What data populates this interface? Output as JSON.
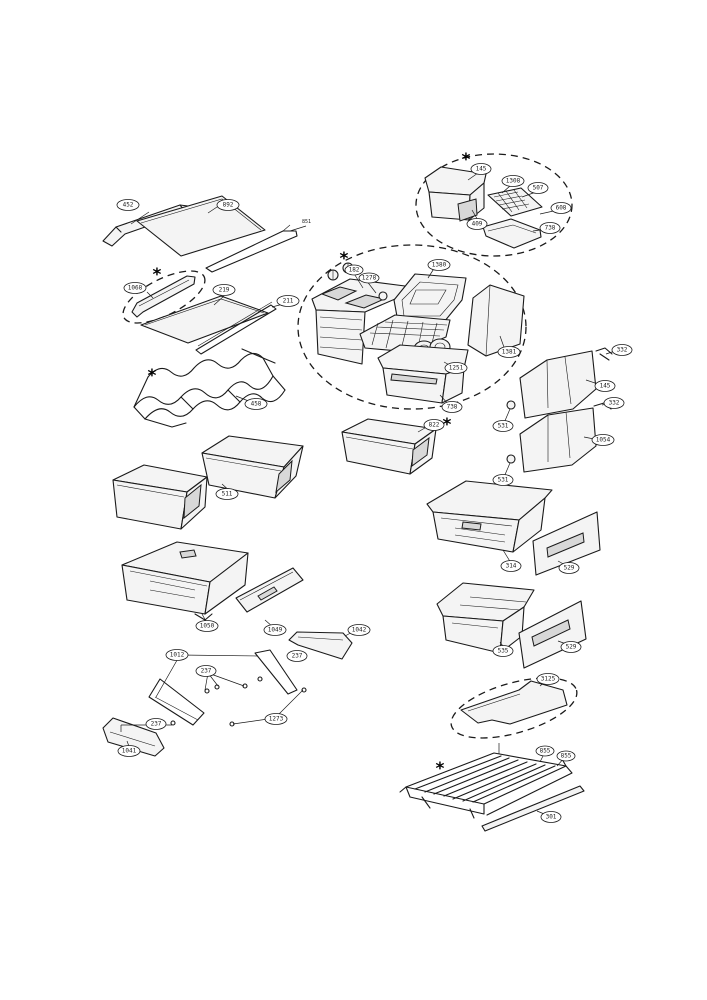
{
  "diagram": {
    "marker_symbol": "*",
    "callouts": {
      "shelf_front_trim": "452",
      "glass_shelf_top": "892",
      "shelf_rear_trim": "851",
      "shelf_bracket_front": "1068",
      "glass_shelf_mid": "219",
      "shelf_rear_rod": "211",
      "wine_rack": "458",
      "crisper_bin": "511",
      "ice_bin_top": "145",
      "ice_tray_top": "1308",
      "ice_frame_top": "507",
      "ice_holder_top": "409",
      "ice_base_top": "608",
      "ice_tray_drawer": "738",
      "icemaker_part_a": "182",
      "icemaker_part_b": "1278",
      "ice_bucket_cover": "1380",
      "ice_bucket": "1381",
      "freezer_basket_upper": "1251",
      "freezer_basket_lower": "738",
      "small_bin": "822",
      "rail_part_upper": "332",
      "drawer_front_upper": "145",
      "rail_part_mid": "332",
      "drawer_front_lower": "1054",
      "roller_upper": "531",
      "roller_lower": "531",
      "pantry_drawer": "1050",
      "pantry_cover": "1049",
      "rail_right": "1042",
      "rail_link": "237",
      "rail_frame": "1012",
      "screw_group": "237",
      "screw_single": "1273",
      "rail_link_lower": "237",
      "rail_left": "1041",
      "freezer_drawer_upper": "314",
      "freezer_cover_upper": "529",
      "freezer_drawer_lower": "535",
      "freezer_cover_lower": "529",
      "freezer_mat": "3125",
      "wire_part_a": "855",
      "wire_part_b": "855",
      "freezer_shelf_front": "301"
    }
  }
}
